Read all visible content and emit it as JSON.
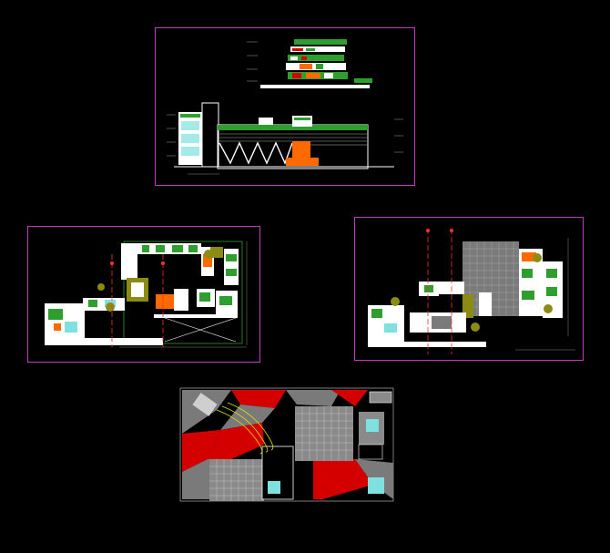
{
  "sheets": [
    {
      "id": "elevations",
      "frame_color": "#c23cc2"
    },
    {
      "id": "ground-floor-plan",
      "frame_color": "#c23cc2"
    },
    {
      "id": "upper-floor-plan",
      "frame_color": "#c23cc2"
    },
    {
      "id": "roof-plan",
      "frame_color": "#c23cc2"
    }
  ],
  "colors": {
    "background": "#000000",
    "frame": "#c23cc2",
    "wall": "#ffffff",
    "green": "#2e9e2e",
    "orange": "#ff6a00",
    "red": "#d40000",
    "grey": "#7a7a7a",
    "cyan": "#7fe0e0",
    "yellow": "#e0e000",
    "olive": "#8c8c14",
    "magenta": "#ff2a8a",
    "axis_red": "#ff3030"
  },
  "captions": {
    "bottom_note": ""
  }
}
